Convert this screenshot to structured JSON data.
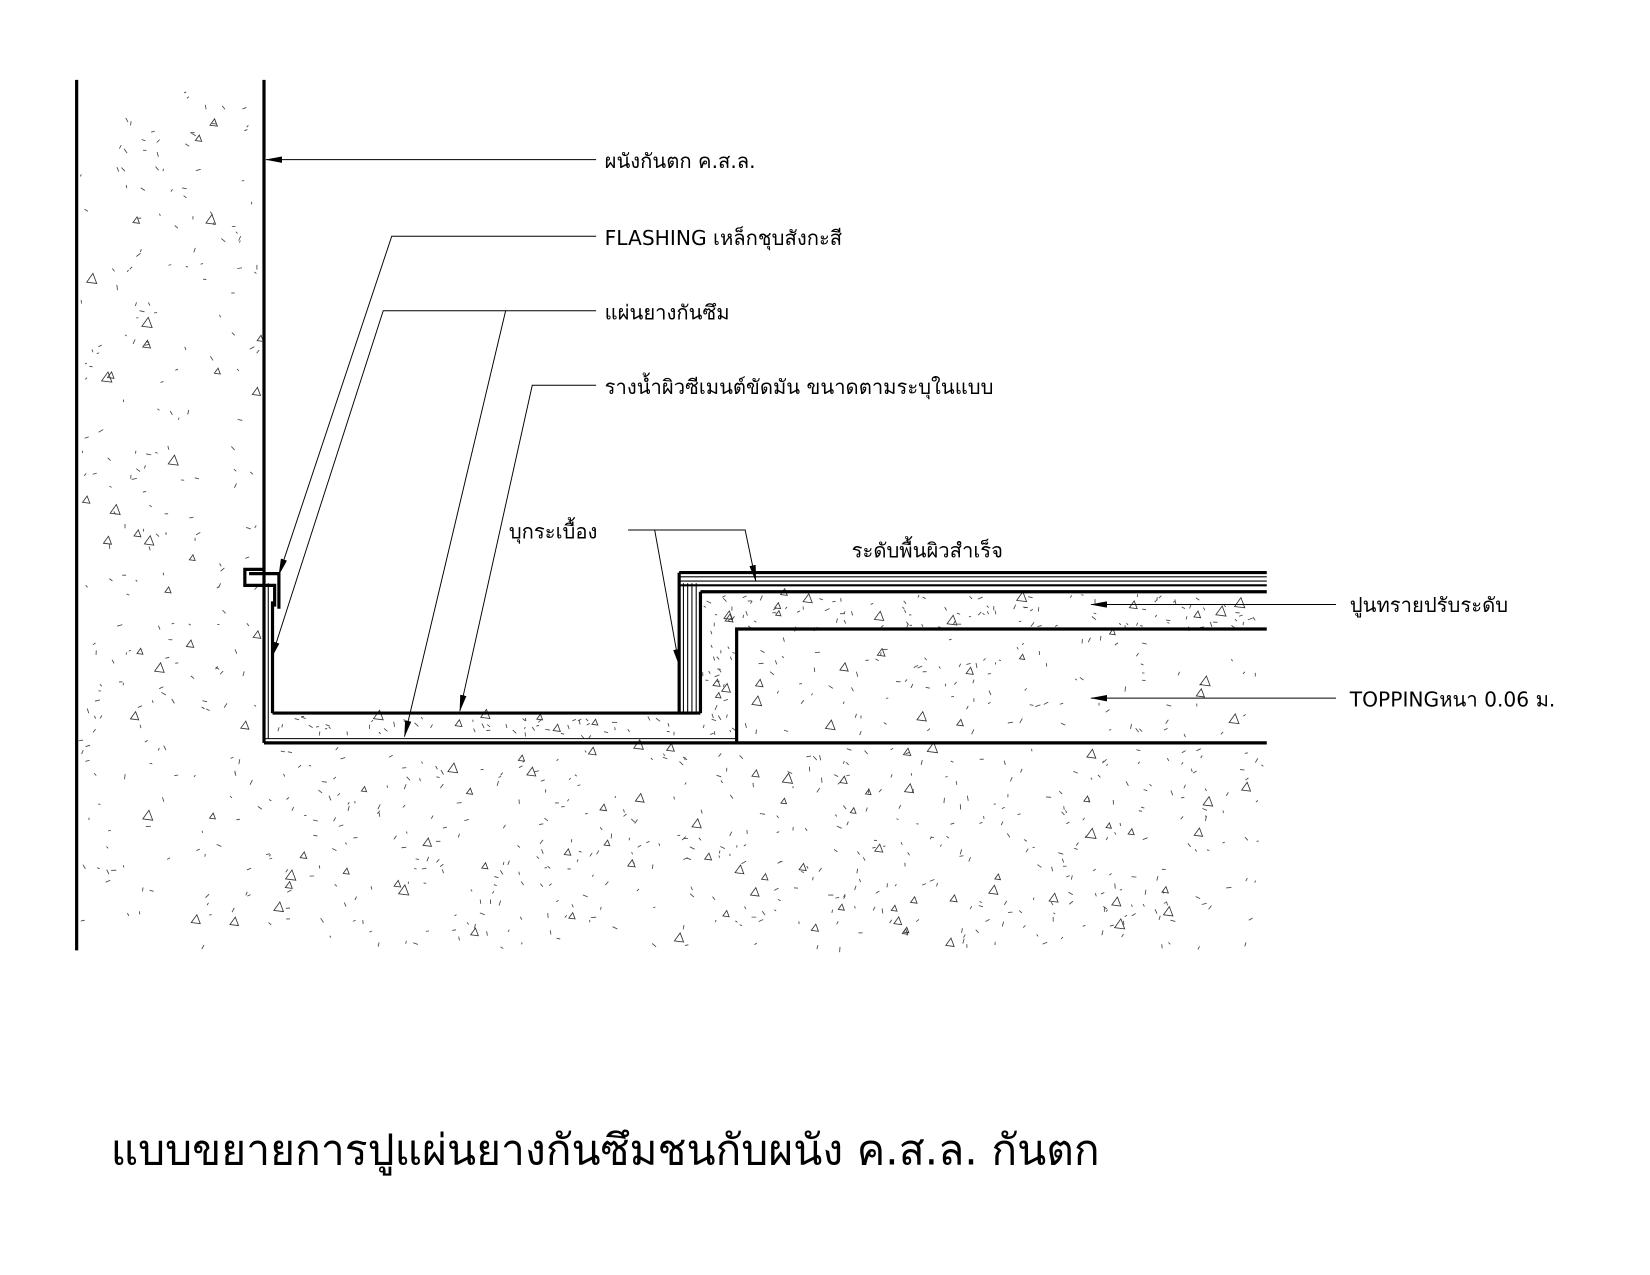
{
  "drawing": {
    "title": "แบบขยายการปูแผ่นยางกันซึมชนกับผนัง ค.ส.ล. กันตก",
    "labels": {
      "wall": "ผนังกันตก ค.ส.ล.",
      "flashing": "FLASHING เหล็กชุบสังกะสี",
      "membrane": "แผ่นยางกันซึม",
      "gutter": "รางน้ำผิวซีเมนต์ขัดมัน ขนาดตามระบุในแบบ",
      "tile": "บุกระเบื้อง",
      "finish_level": "ระดับพื้นผิวสำเร็จ",
      "screed": "ปูนทรายปรับระดับ",
      "topping": "TOPPINGหนา 0.06 ม."
    }
  }
}
